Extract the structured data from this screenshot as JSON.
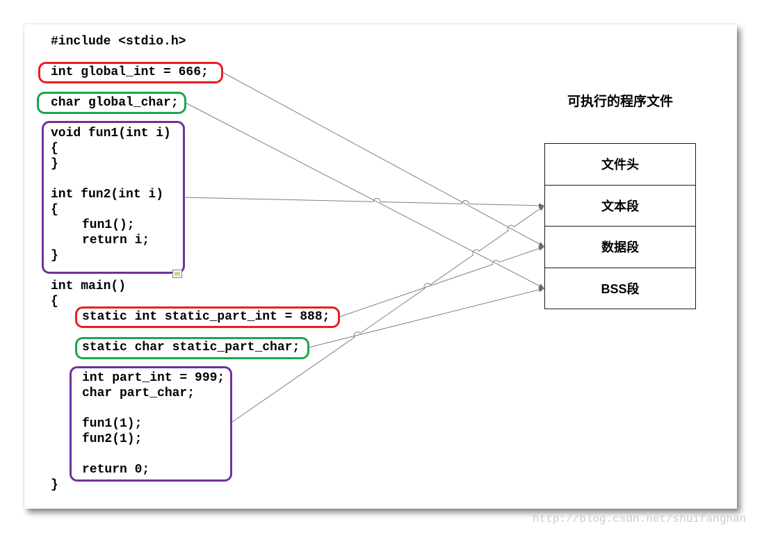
{
  "code": {
    "include": "#include <stdio.h>",
    "global_int": "int global_int = 666;",
    "global_char": "char global_char;",
    "fun1_sig": "void fun1(int i)",
    "fun1_open": "{",
    "fun1_close": "}",
    "fun2_sig": "int fun2(int i)",
    "fun2_open": "{",
    "fun2_call": "fun1();",
    "fun2_return": "return i;",
    "fun2_close": "}",
    "main_sig": "int main()",
    "main_open": "{",
    "static_int": "static int static_part_int = 888;",
    "static_char": "static char static_part_char;",
    "part_int": "int part_int = 999;",
    "part_char": "char part_char;",
    "call_fun1": "fun1(1);",
    "call_fun2": "fun2(1);",
    "main_return": "return 0;",
    "main_close": "}"
  },
  "executable": {
    "title": "可执行的程序文件",
    "segments": [
      "文件头",
      "文本段",
      "数据段",
      "BSS段"
    ]
  },
  "watermark": "http://blog.csdn.net/shuifanghan",
  "colors": {
    "red_box": "#ec1c24",
    "green_box": "#1aa64b",
    "purple_box": "#7030a0",
    "connector": "#7f7f7f",
    "arrowhead": "#6a6a6a"
  }
}
